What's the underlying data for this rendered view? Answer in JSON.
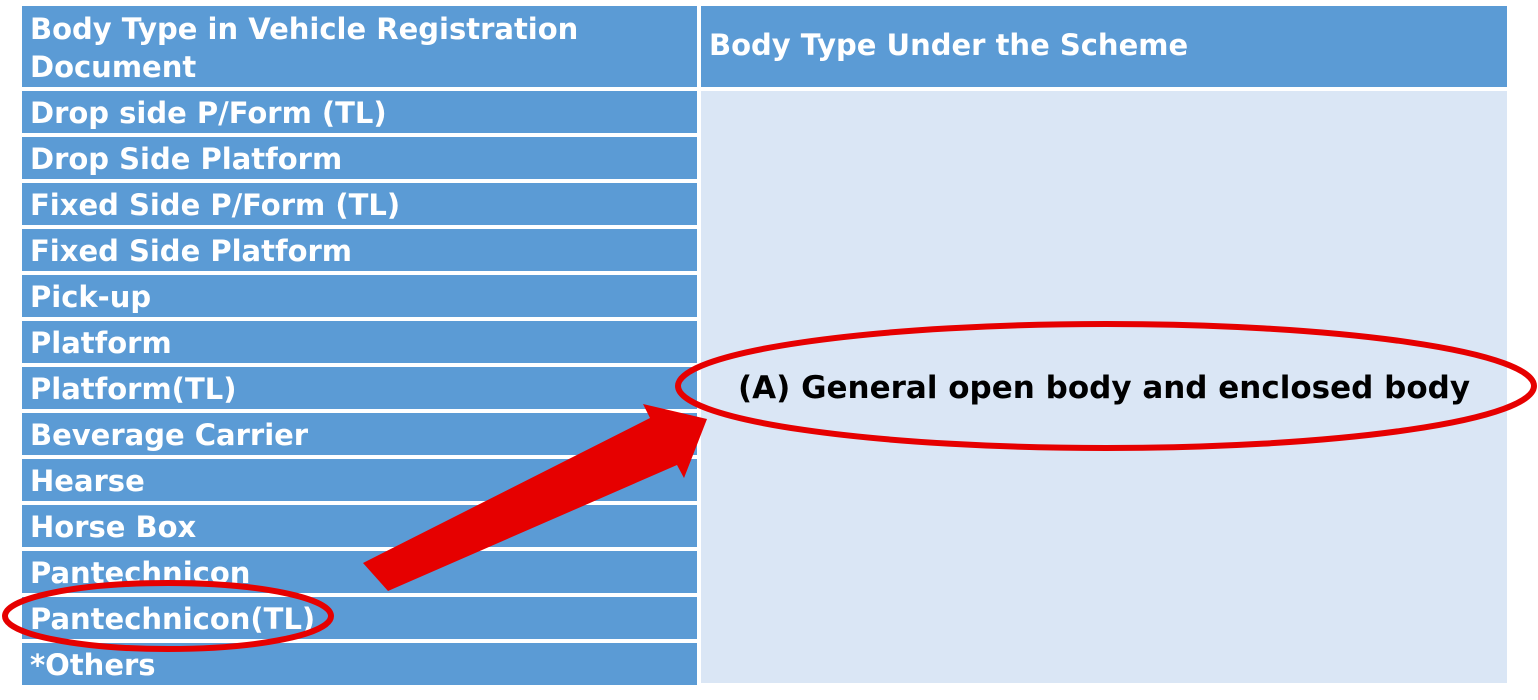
{
  "table": {
    "header_left": "Body Type in Vehicle Registration Document",
    "header_right": "Body Type Under the Scheme",
    "rows": [
      "Drop side P/Form (TL)",
      "Drop Side Platform",
      "Fixed Side P/Form (TL)",
      "Fixed Side Platform",
      "Pick-up",
      "Platform",
      "Platform(TL)",
      "Beverage Carrier",
      "Hearse",
      "Horse Box",
      "Pantechnicon",
      "Pantechnicon(TL)",
      "*Others"
    ],
    "scheme_category": "(A) General open body and enclosed body"
  },
  "annotations": {
    "highlight_color": "#e60000",
    "highlighted_row": "Pantechnicon(TL)",
    "arrow_direction": "from highlighted row to scheme category"
  },
  "colors": {
    "header_bg": "#5b9bd5",
    "row_bg": "#5b9bd5",
    "right_cell_bg": "#dae6f5",
    "header_text": "#ffffff",
    "result_text": "#000000"
  }
}
